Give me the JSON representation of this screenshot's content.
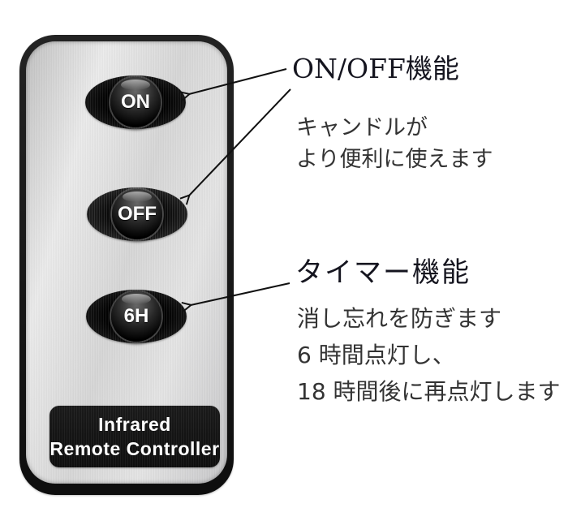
{
  "product": {
    "buttons": [
      {
        "label": "ON"
      },
      {
        "label": "OFF"
      },
      {
        "label": "6H"
      }
    ],
    "plate": {
      "line1": "Infrared",
      "line2": "Remote Controller"
    }
  },
  "annotations": {
    "on_off": {
      "heading": "ON/OFF機能",
      "lines": [
        "キャンドルが",
        "より便利に使えます"
      ]
    },
    "timer": {
      "heading": "タイマー機能",
      "lines": [
        "消し忘れを防ぎます",
        "6 時間点灯し、",
        "18 時間後に再点灯します"
      ]
    }
  },
  "colors": {
    "background": "#ffffff",
    "heading_text": "#15151f",
    "body_text": "#333333",
    "arrow": "#111111",
    "remote_frame": "#1a1a1a",
    "remote_face": "#d9d9d9",
    "button_label": "#ffffff"
  }
}
